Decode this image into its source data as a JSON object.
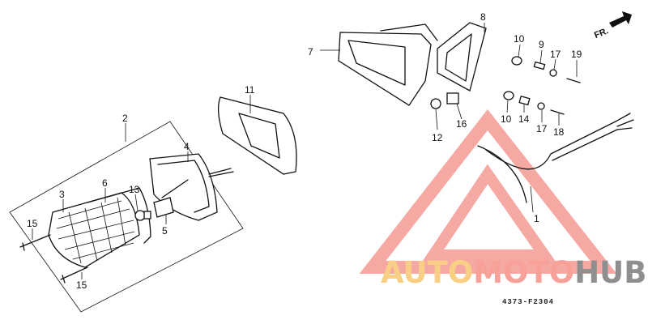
{
  "diagram": {
    "callouts": [
      "1",
      "2",
      "3",
      "4",
      "5",
      "6",
      "7",
      "8",
      "9",
      "10",
      "10",
      "11",
      "12",
      "13",
      "14",
      "15",
      "15",
      "16",
      "17",
      "17",
      "18",
      "19"
    ],
    "direction_label": "FR.",
    "diagram_code": "4373-F2304"
  },
  "watermark": {
    "part1": "AUTO",
    "part2": "MOTO",
    "part3": "HUB",
    "colors": {
      "part1": "#f9cf86",
      "part2": "#f7a199",
      "part3": "#8f8f8f",
      "triangle": "#f59b93"
    }
  }
}
